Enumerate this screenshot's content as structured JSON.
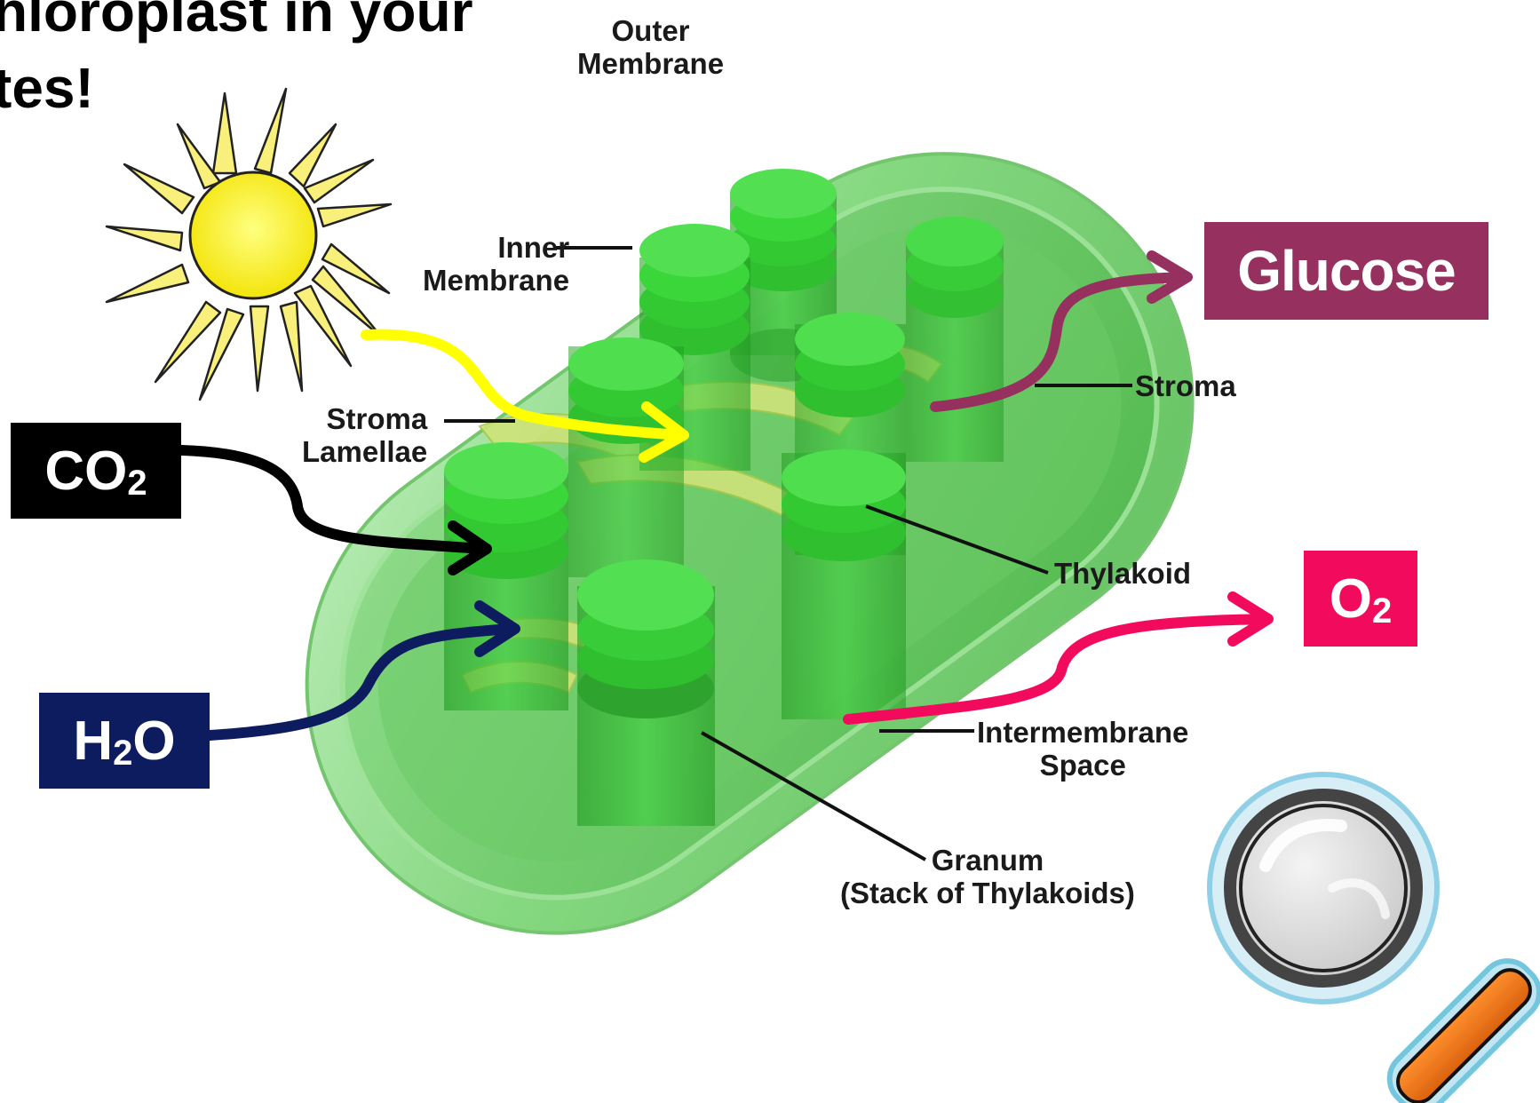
{
  "title": {
    "line1": "hloroplast in your",
    "line2": "tes!"
  },
  "inputs": {
    "co2": {
      "text": "CO",
      "sub": "2"
    },
    "h2o": {
      "pre": "H",
      "sub": "2",
      "post": "O"
    }
  },
  "outputs": {
    "glucose": "Glucose",
    "o2": {
      "text": "O",
      "sub": "2"
    }
  },
  "labels": {
    "outer_membrane": [
      "Outer",
      "Membrane"
    ],
    "inner_membrane": [
      "Inner",
      "Membrane"
    ],
    "stroma_lamellae": [
      "Stroma",
      "Lamellae"
    ],
    "stroma": "Stroma",
    "thylakoid": "Thylakoid",
    "intermembrane_space": [
      "Intermembrane",
      "Space"
    ],
    "granum": [
      "Granum",
      "(Stack of Thylakoids)"
    ]
  },
  "colors": {
    "sun_arrow": "#ffff00",
    "co2_box": "#000000",
    "h2o_box": "#0d1c5e",
    "glucose_box": "#96305e",
    "o2_box": "#f20a5c",
    "chloroplast": "#5cc95c",
    "granum": "#2fb52f"
  },
  "icons": [
    "sun-icon",
    "magnifying-glass-icon"
  ]
}
